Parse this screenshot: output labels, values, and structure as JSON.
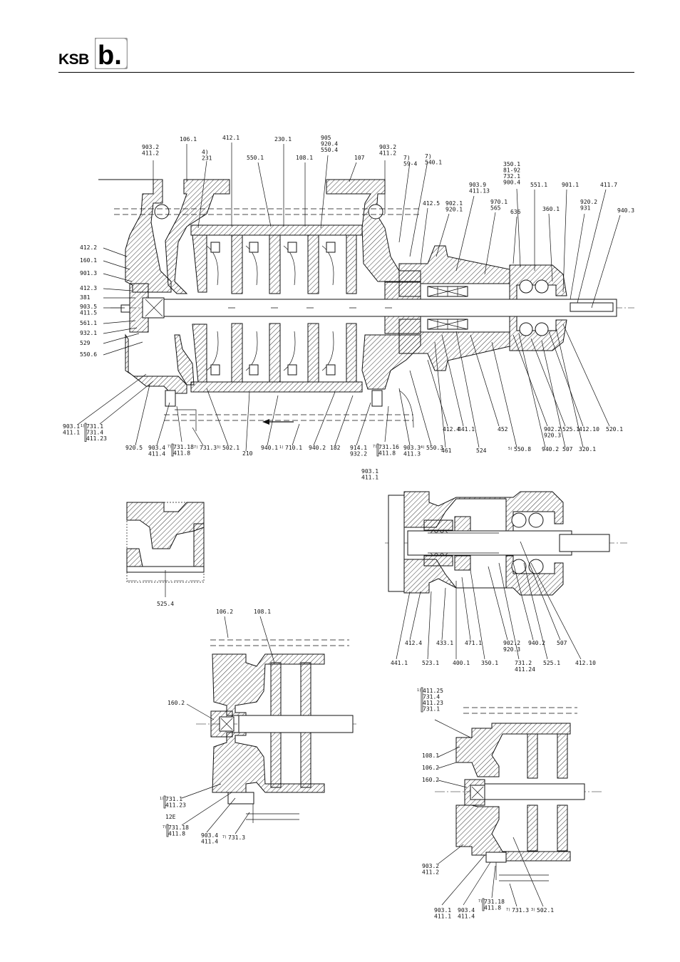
{
  "header": {
    "logo_text": "KSB",
    "logo_mark": "b."
  },
  "main_section": {
    "callouts": [
      {
        "id": "c1",
        "lines": [
          "903.2",
          "411.2"
        ]
      },
      {
        "id": "c2",
        "lines": [
          "106.1"
        ]
      },
      {
        "id": "c3",
        "lines": [
          "4)",
          "231"
        ]
      },
      {
        "id": "c4",
        "lines": [
          "412.1"
        ]
      },
      {
        "id": "c5",
        "lines": [
          "550.1"
        ]
      },
      {
        "id": "c6",
        "lines": [
          "230.1"
        ]
      },
      {
        "id": "c7",
        "lines": [
          "108.1"
        ]
      },
      {
        "id": "c8",
        "lines": [
          "905",
          "920.4",
          "550.4"
        ]
      },
      {
        "id": "c9",
        "lines": [
          "107"
        ]
      },
      {
        "id": "c10",
        "lines": [
          "903.2",
          "411.2"
        ]
      },
      {
        "id": "c11",
        "lines": [
          "7)",
          "59-4"
        ]
      },
      {
        "id": "c12",
        "lines": [
          "7)",
          "540.1"
        ]
      },
      {
        "id": "c13",
        "lines": [
          "412.5"
        ]
      },
      {
        "id": "c14",
        "lines": [
          "902.1",
          "920.1"
        ]
      },
      {
        "id": "c15",
        "lines": [
          "903.9",
          "411.13"
        ]
      },
      {
        "id": "c16",
        "lines": [
          "970.1",
          "565"
        ]
      },
      {
        "id": "c17",
        "lines": [
          "636"
        ]
      },
      {
        "id": "c18",
        "lines": [
          "350.1",
          "81-92",
          "732.1",
          "900.4"
        ]
      },
      {
        "id": "c19",
        "lines": [
          "551.1"
        ]
      },
      {
        "id": "c20",
        "lines": [
          "360.1"
        ]
      },
      {
        "id": "c21",
        "lines": [
          "901.1"
        ]
      },
      {
        "id": "c22",
        "lines": [
          "920.2",
          "931"
        ]
      },
      {
        "id": "c23",
        "lines": [
          "411.7"
        ]
      },
      {
        "id": "c24",
        "lines": [
          "940.3"
        ]
      },
      {
        "id": "c25",
        "lines": [
          "412.2"
        ]
      },
      {
        "id": "c26",
        "lines": [
          "160.1"
        ]
      },
      {
        "id": "c27",
        "lines": [
          "901.3"
        ]
      },
      {
        "id": "c28",
        "lines": [
          "412.3"
        ]
      },
      {
        "id": "c29",
        "lines": [
          "381"
        ]
      },
      {
        "id": "c30",
        "lines": [
          "903.5",
          "411.5"
        ]
      },
      {
        "id": "c31",
        "lines": [
          "561.1"
        ]
      },
      {
        "id": "c32",
        "lines": [
          "932.1"
        ]
      },
      {
        "id": "c33",
        "lines": [
          "529"
        ]
      },
      {
        "id": "c34",
        "lines": [
          "550.6"
        ]
      },
      {
        "id": "c35",
        "lines": [
          "903.1",
          "411.1"
        ]
      },
      {
        "id": "c36",
        "lines": [
          "731.1",
          "731.4",
          "411.23"
        ],
        "note": "1)"
      },
      {
        "id": "c37",
        "lines": [
          "920.5"
        ]
      },
      {
        "id": "c38",
        "lines": [
          "903.4",
          "411.4"
        ]
      },
      {
        "id": "c39",
        "lines": [
          "731.18",
          "411.8"
        ],
        "note": "7)"
      },
      {
        "id": "c40",
        "lines": [
          "731.3"
        ],
        "note": "7)"
      },
      {
        "id": "c41",
        "lines": [
          "502.1"
        ],
        "note": "3)"
      },
      {
        "id": "c42",
        "lines": [
          "210"
        ]
      },
      {
        "id": "c43",
        "lines": [
          "940.1"
        ]
      },
      {
        "id": "c44",
        "lines": [
          "710.1"
        ],
        "note": "1)"
      },
      {
        "id": "c45",
        "lines": [
          "940.2"
        ]
      },
      {
        "id": "c46",
        "lines": [
          "182"
        ]
      },
      {
        "id": "c47",
        "lines": [
          "914.1",
          "932.2"
        ]
      },
      {
        "id": "c48",
        "lines": [
          "731.16",
          "411.8"
        ],
        "note": "7)"
      },
      {
        "id": "c49",
        "lines": [
          "903.3",
          "411.3"
        ]
      },
      {
        "id": "c50",
        "lines": [
          "550.3"
        ],
        "note": "4)"
      },
      {
        "id": "c51",
        "lines": [
          "903.1",
          "411.1"
        ]
      },
      {
        "id": "c52",
        "lines": [
          "412.4"
        ]
      },
      {
        "id": "c53",
        "lines": [
          "461"
        ]
      },
      {
        "id": "c54",
        "lines": [
          "441.1"
        ]
      },
      {
        "id": "c55",
        "lines": [
          "524"
        ]
      },
      {
        "id": "c56",
        "lines": [
          "452"
        ]
      },
      {
        "id": "c57",
        "lines": [
          "550.8"
        ],
        "note": "5)"
      },
      {
        "id": "c58",
        "lines": [
          "902.2",
          "920.3"
        ]
      },
      {
        "id": "c59",
        "lines": [
          "940.2"
        ]
      },
      {
        "id": "c60",
        "lines": [
          "525.1"
        ]
      },
      {
        "id": "c61",
        "lines": [
          "507"
        ]
      },
      {
        "id": "c62",
        "lines": [
          "412.10"
        ]
      },
      {
        "id": "c63",
        "lines": [
          "320.1"
        ]
      },
      {
        "id": "c64",
        "lines": [
          "520.1"
        ]
      }
    ]
  },
  "detail_525": {
    "label": "525.4"
  },
  "seal_section": {
    "labels": [
      "441.1",
      "412.4",
      "523.1",
      "433.1",
      "400.1",
      "471.1",
      "350.1",
      "902.2",
      "920.3",
      "731.2",
      "411.24",
      "940.2",
      "525.1",
      "507",
      "412.10"
    ]
  },
  "suction_section": {
    "callouts": [
      {
        "id": "s1",
        "lines": [
          "106.2"
        ]
      },
      {
        "id": "s2",
        "lines": [
          "108.1"
        ]
      },
      {
        "id": "s3",
        "lines": [
          "160.2"
        ]
      },
      {
        "id": "s4",
        "lines": [
          "731.1",
          "411.23"
        ],
        "note": "1)"
      },
      {
        "id": "s5",
        "lines": [
          "12E"
        ]
      },
      {
        "id": "s6",
        "lines": [
          "731.18",
          "411.8"
        ],
        "note": "7)"
      },
      {
        "id": "s7",
        "lines": [
          "903.4",
          "411.4"
        ]
      },
      {
        "id": "s8",
        "lines": [
          "731.3"
        ],
        "note": "7)"
      }
    ]
  },
  "discharge_section": {
    "callouts": [
      {
        "id": "d1",
        "lines": [
          "411.25",
          "731.4",
          "411.23",
          "731.1"
        ],
        "note": "1)"
      },
      {
        "id": "d2",
        "lines": [
          "108.1"
        ]
      },
      {
        "id": "d3",
        "lines": [
          "106.2"
        ]
      },
      {
        "id": "d4",
        "lines": [
          "160.2"
        ]
      },
      {
        "id": "d5",
        "lines": [
          "903.2",
          "411.2"
        ]
      },
      {
        "id": "d6",
        "lines": [
          "903.1",
          "411.1"
        ]
      },
      {
        "id": "d7",
        "lines": [
          "903.4",
          "411.4"
        ]
      },
      {
        "id": "d8",
        "lines": [
          "731.18",
          "411.8"
        ],
        "note": "7)"
      },
      {
        "id": "d9",
        "lines": [
          "731.3"
        ],
        "note": "7)"
      },
      {
        "id": "d10",
        "lines": [
          "502.1"
        ],
        "note": "3)"
      }
    ]
  }
}
